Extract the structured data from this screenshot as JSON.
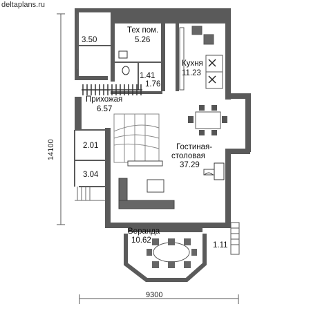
{
  "watermark": "deltaplans.ru",
  "dimensions": {
    "width": "9300",
    "depth": "14100"
  },
  "rooms": {
    "storage": {
      "area": "3.50"
    },
    "tech": {
      "name": "Тех пом.",
      "area": "5.26"
    },
    "kitchen": {
      "name": "Кухня",
      "area": "11.23"
    },
    "wc": {
      "area": "1.41"
    },
    "hall_small": {
      "area": "1.76"
    },
    "entry": {
      "name": "Прихожая",
      "area": "6.57"
    },
    "closet": {
      "area": "2.01"
    },
    "porch": {
      "area": "3.04"
    },
    "living": {
      "name_line1": "Гостиная-",
      "name_line2": "столовая",
      "area": "37.29"
    },
    "veranda": {
      "name": "Веранда",
      "area": "10.62"
    },
    "side_porch": {
      "area": "1.11"
    }
  },
  "colors": {
    "wall": "#5a5a5a",
    "fill": "#ffffff",
    "furniture": "#555555",
    "stair_line": "#888888"
  },
  "icons": [
    "plan-drawing",
    "stove-icon",
    "toilet-icon",
    "fireplace-icon"
  ]
}
